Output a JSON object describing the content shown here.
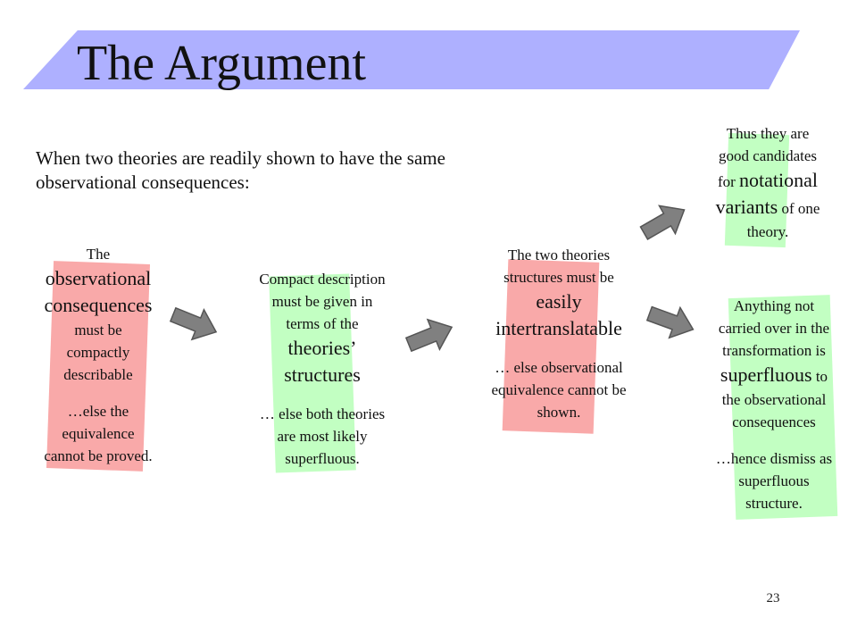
{
  "slide": {
    "title": "The Argument",
    "intro": "When two theories are readily shown to have the same observational consequences:",
    "page_number": "23"
  },
  "boxes": {
    "box1": {
      "lead": "The",
      "emphasis_1": "observational",
      "emphasis_2": "consequences",
      "body_1": "must be",
      "body_2": "compactly",
      "body_3": "describable",
      "tail_1": "…else the",
      "tail_2": "equivalence",
      "tail_3": "cannot be proved."
    },
    "box2": {
      "lead_1": "Compact description",
      "lead_2": "must be given in",
      "lead_3": "terms of the",
      "emphasis_1": "theories’",
      "emphasis_2": "structures",
      "tail_1": "… else both theories",
      "tail_2": "are most likely",
      "tail_3": "superfluous."
    },
    "box3": {
      "lead_1": "The two theories",
      "lead_2": "structures must be",
      "emphasis_1": "easily",
      "emphasis_2": "intertranslatable",
      "tail_1": "… else observational",
      "tail_2": "equivalence cannot be",
      "tail_3": "shown."
    },
    "box4": {
      "line_1": "Thus they are",
      "line_2": "good candidates",
      "line_3_pre": "for",
      "line_3_emphasis": "notational",
      "line_4_emphasis": "variants",
      "line_4_post": "of one",
      "line_5": "theory."
    },
    "box5": {
      "line_1": "Anything not",
      "line_2": "carried over in the",
      "line_3": "transformation is",
      "line_4_emphasis": "superfluous",
      "line_4_post": "to",
      "line_5": "the observational",
      "line_6": "consequences",
      "tail_1": "…hence dismiss as",
      "tail_2": "superfluous",
      "tail_3": "structure."
    }
  },
  "colors": {
    "title_band": "#aeb0ff",
    "highlight_pink": "#f9a9a9",
    "highlight_green": "#c2ffc2",
    "arrow_fill": "#808080",
    "arrow_stroke": "#555555"
  },
  "icons": {
    "arrow": "block-arrow-icon"
  }
}
